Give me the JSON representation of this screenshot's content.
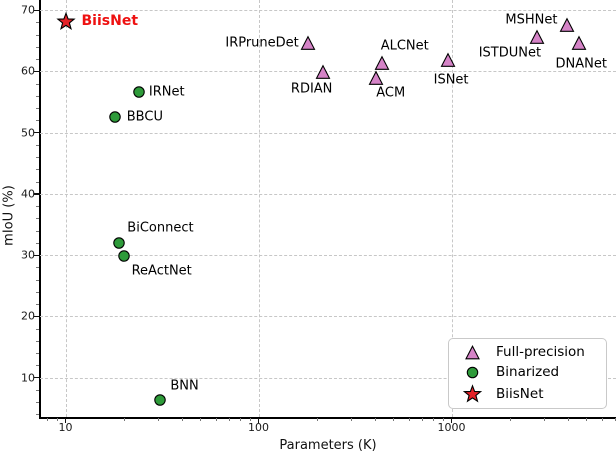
{
  "chart_data": {
    "type": "scatter",
    "title": "",
    "xlabel": "Parameters (K)",
    "ylabel": "mIoU (%)",
    "x_scale": "log",
    "xlim": [
      7.3,
      7100
    ],
    "ylim": [
      3.5,
      71.5
    ],
    "x_tick_labels": [
      "10",
      "100",
      "1000"
    ],
    "x_tick_values": [
      10,
      100,
      1000
    ],
    "y_tick_labels": [
      "10",
      "20",
      "30",
      "40",
      "50",
      "60",
      "70"
    ],
    "y_tick_values": [
      10,
      20,
      30,
      40,
      50,
      60,
      70
    ],
    "grid": "dashed major gridlines",
    "legend_position": "lower-right",
    "series": [
      {
        "name": "Full-precision",
        "marker": "triangle",
        "fill": "#D583C7",
        "edge": "#000000",
        "points": [
          {
            "label": "IRPruneDet",
            "params_k": 180,
            "miou": 64.6,
            "label_anchor": "end",
            "label_dx": -9,
            "label_dy": 0
          },
          {
            "label": "RDIAN",
            "params_k": 215,
            "miou": 59.9,
            "label_anchor": "middle",
            "label_dx": -11,
            "label_dy": 17
          },
          {
            "label": "ALCNet",
            "params_k": 435,
            "miou": 61.3,
            "label_anchor": "middle",
            "label_dx": 23,
            "label_dy": -17
          },
          {
            "label": "ACM",
            "params_k": 405,
            "miou": 58.9,
            "label_anchor": "middle",
            "label_dx": 15,
            "label_dy": 15
          },
          {
            "label": "ISNet",
            "params_k": 960,
            "miou": 61.8,
            "label_anchor": "middle",
            "label_dx": 3,
            "label_dy": 20
          },
          {
            "label": "ISTDUNet",
            "params_k": 2770,
            "miou": 65.6,
            "label_anchor": "middle",
            "label_dx": -27,
            "label_dy": 16
          },
          {
            "label": "MSHNet",
            "params_k": 3990,
            "miou": 67.6,
            "label_anchor": "end",
            "label_dx": -10,
            "label_dy": -5
          },
          {
            "label": "DNANet",
            "params_k": 4590,
            "miou": 64.6,
            "label_anchor": "middle",
            "label_dx": 2,
            "label_dy": 21
          }
        ]
      },
      {
        "name": "Binarized",
        "marker": "circle",
        "fill": "#2E9B3A",
        "edge": "#000000",
        "points": [
          {
            "label": "IRNet",
            "params_k": 24,
            "miou": 56.6,
            "label_anchor": "start",
            "label_dx": 10,
            "label_dy": 0
          },
          {
            "label": "BBCU",
            "params_k": 18,
            "miou": 52.5,
            "label_anchor": "start",
            "label_dx": 12,
            "label_dy": 0
          },
          {
            "label": "BiConnect",
            "params_k": 19,
            "miou": 32.0,
            "label_anchor": "start",
            "label_dx": 8,
            "label_dy": -15
          },
          {
            "label": "ReActNet",
            "params_k": 20,
            "miou": 29.8,
            "label_anchor": "start",
            "label_dx": 8,
            "label_dy": 15
          },
          {
            "label": "BNN",
            "params_k": 31,
            "miou": 6.3,
            "label_anchor": "start",
            "label_dx": 10,
            "label_dy": -14
          }
        ]
      },
      {
        "name": "BiisNet",
        "marker": "star",
        "fill": "#E42127",
        "edge": "#000000",
        "label_color": "#EE1111",
        "points": [
          {
            "label": "BiisNet",
            "params_k": 10,
            "miou": 68.2,
            "label_anchor": "start",
            "label_dx": 16,
            "label_dy": 0,
            "label_color": "#EE1111",
            "label_bold": true,
            "label_size": 14
          }
        ]
      }
    ],
    "legend": [
      {
        "label": "Full-precision",
        "marker": "triangle"
      },
      {
        "label": "Binarized",
        "marker": "circle"
      },
      {
        "label": "BiisNet",
        "marker": "star"
      }
    ]
  }
}
